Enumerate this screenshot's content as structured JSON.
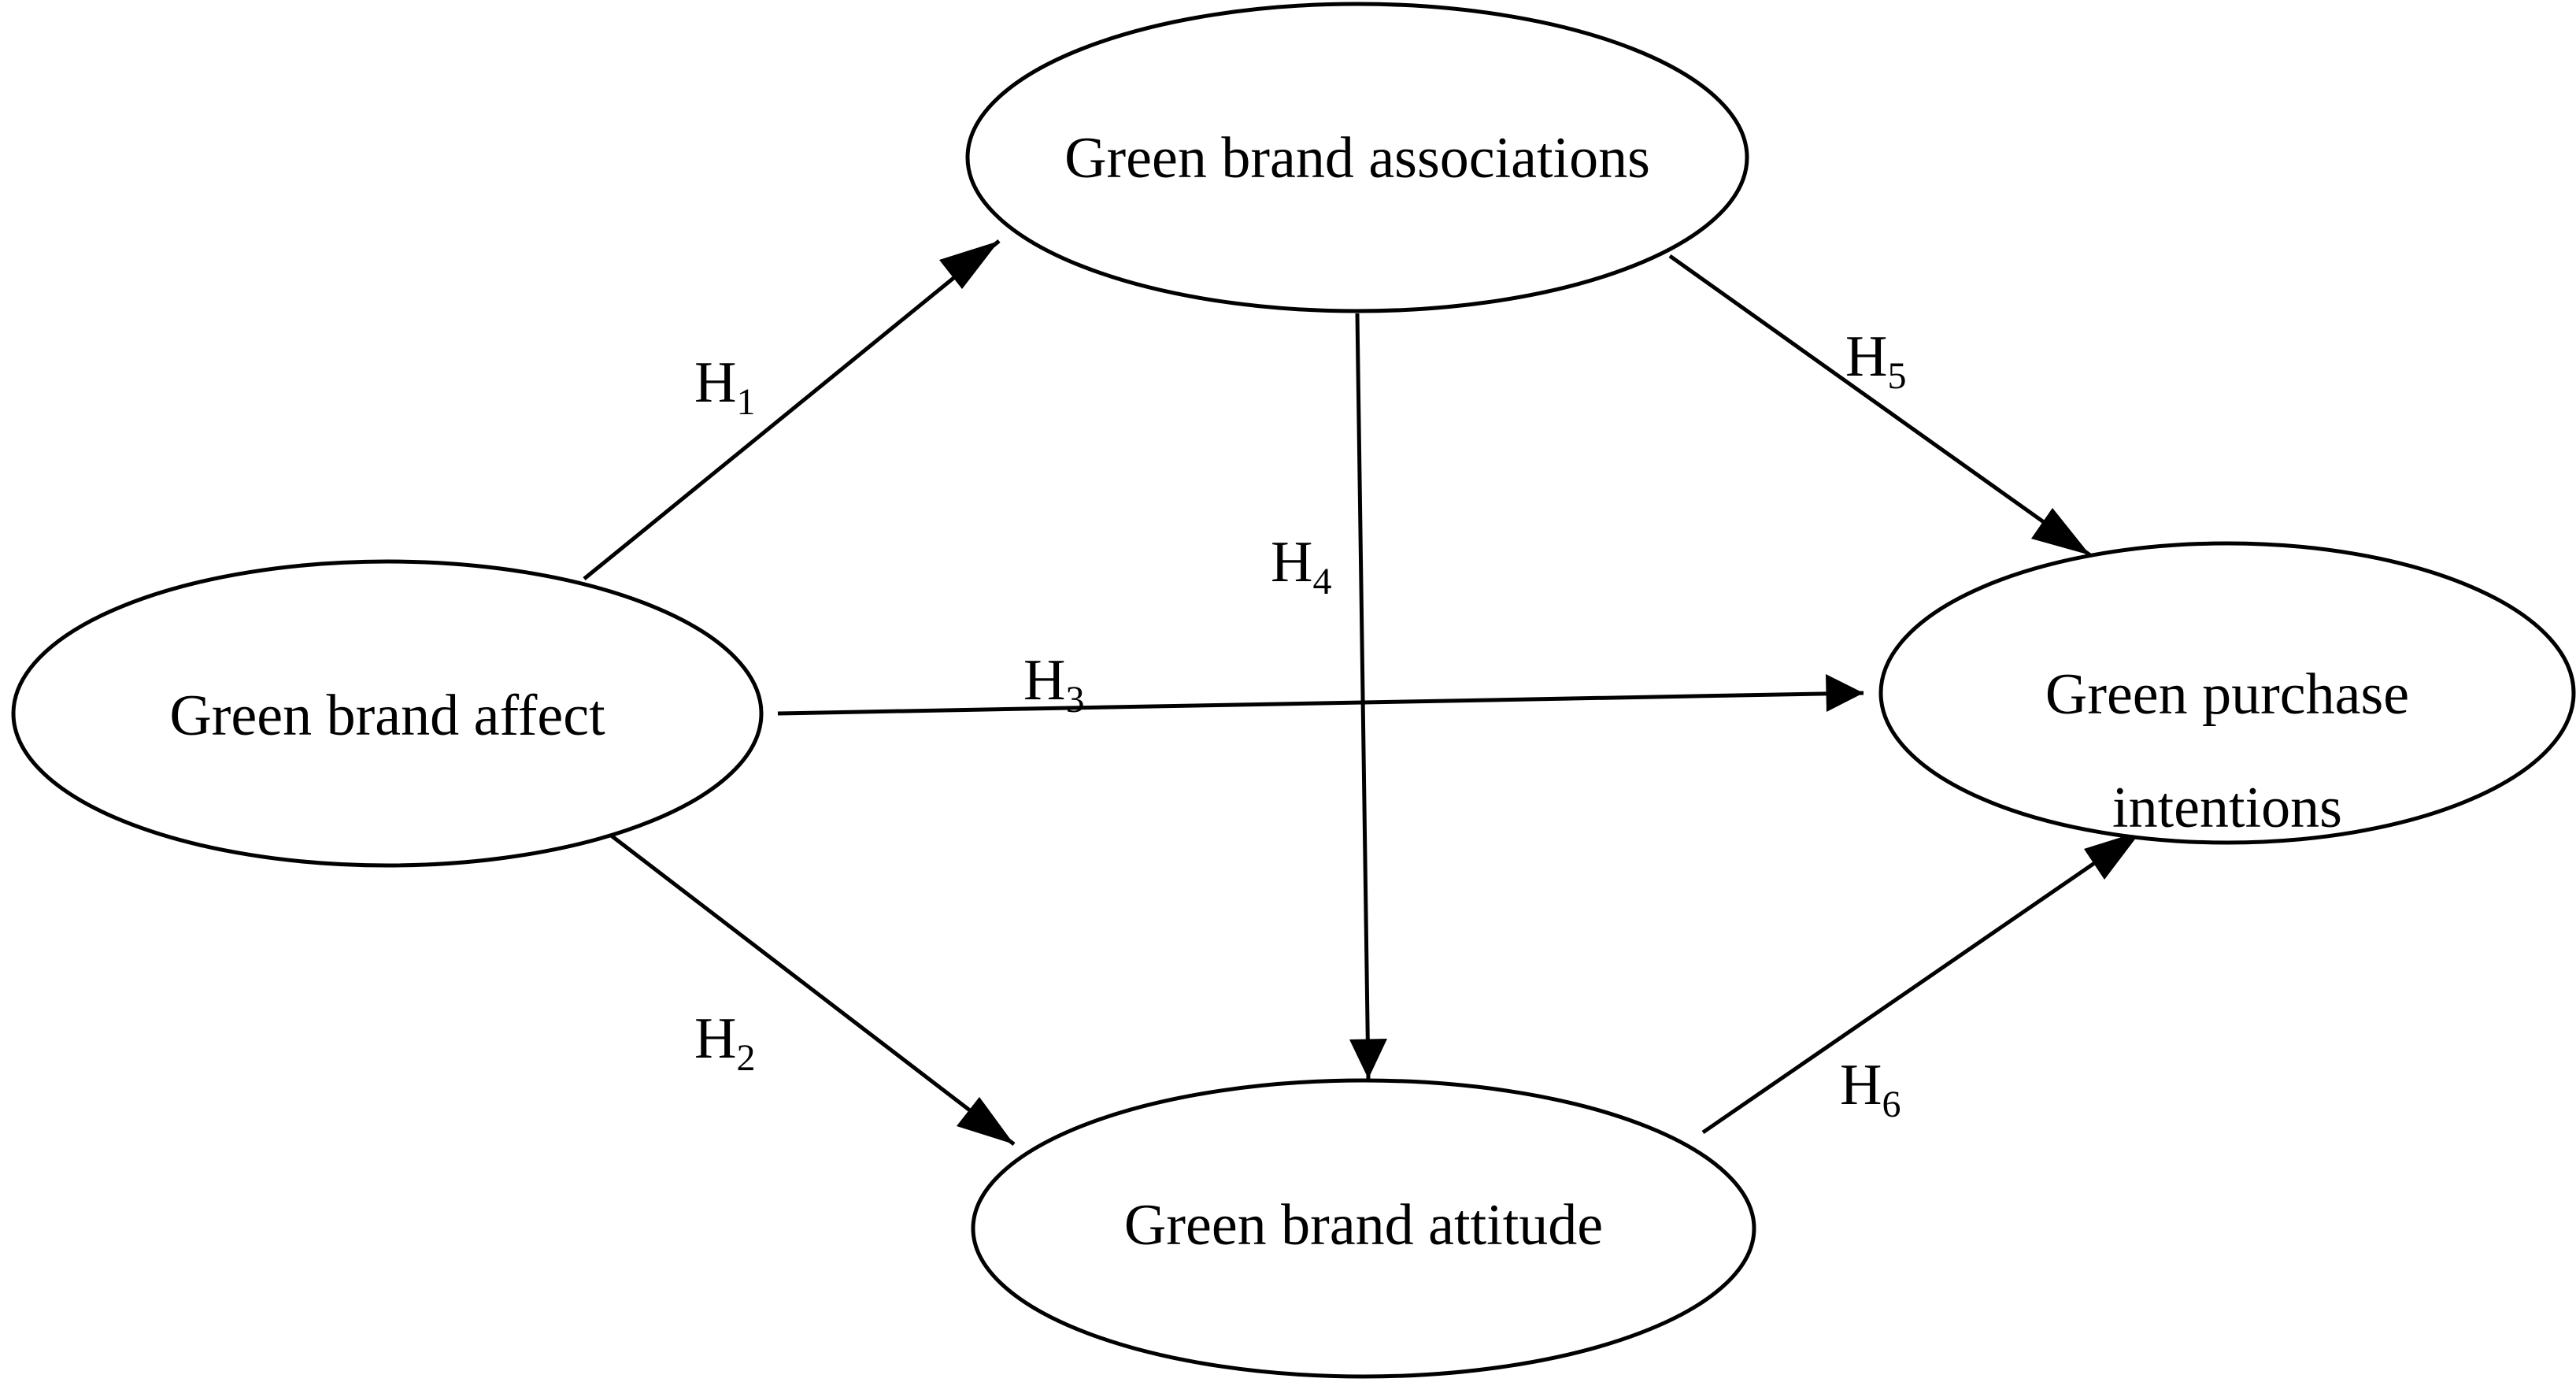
{
  "nodes": {
    "affect": {
      "label": "Green brand affect"
    },
    "associations": {
      "label": "Green brand associations"
    },
    "attitude": {
      "label": "Green brand attitude"
    },
    "intentions": {
      "label_line1": "Green purchase",
      "label_line2": "intentions"
    }
  },
  "hypotheses": {
    "h1": {
      "base": "H",
      "sub": "1"
    },
    "h2": {
      "base": "H",
      "sub": "2"
    },
    "h3": {
      "base": "H",
      "sub": "3"
    },
    "h4": {
      "base": "H",
      "sub": "4"
    },
    "h5": {
      "base": "H",
      "sub": "5"
    },
    "h6": {
      "base": "H",
      "sub": "6"
    }
  },
  "colors": {
    "stroke": "#000000",
    "background": "#ffffff"
  }
}
